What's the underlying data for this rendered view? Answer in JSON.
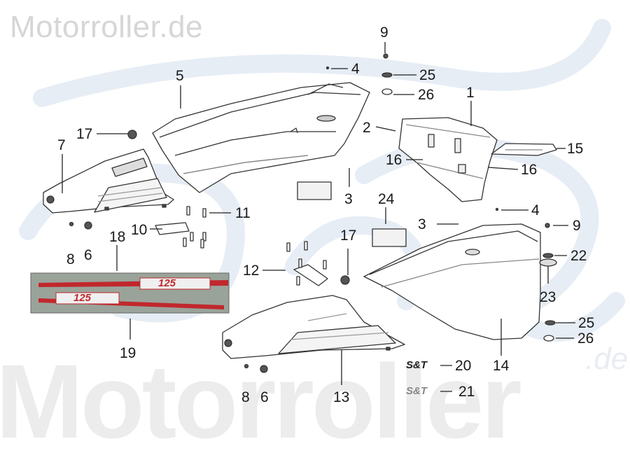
{
  "watermark": {
    "top_text": "Motorroller.de",
    "bottom_text": "Motorroller",
    "bottom_suffix": ".de"
  },
  "colors": {
    "line": "#333333",
    "decal_red": "#c0282d",
    "decal_bg": "#9aa39a",
    "watermark_blue": "#e6edf5"
  },
  "decal_text": "125",
  "brand_marks": {
    "part_20": "S&T",
    "part_21": "S&T"
  },
  "callouts": [
    {
      "id": "c1",
      "text": "1"
    },
    {
      "id": "c2",
      "text": "2"
    },
    {
      "id": "c3a",
      "text": "3"
    },
    {
      "id": "c3b",
      "text": "3"
    },
    {
      "id": "c4a",
      "text": "4"
    },
    {
      "id": "c4b",
      "text": "4"
    },
    {
      "id": "c5",
      "text": "5"
    },
    {
      "id": "c6a",
      "text": "6"
    },
    {
      "id": "c6b",
      "text": "6"
    },
    {
      "id": "c7",
      "text": "7"
    },
    {
      "id": "c8a",
      "text": "8"
    },
    {
      "id": "c8b",
      "text": "8"
    },
    {
      "id": "c9a",
      "text": "9"
    },
    {
      "id": "c9b",
      "text": "9"
    },
    {
      "id": "c10",
      "text": "10"
    },
    {
      "id": "c11",
      "text": "11"
    },
    {
      "id": "c12",
      "text": "12"
    },
    {
      "id": "c13",
      "text": "13"
    },
    {
      "id": "c14",
      "text": "14"
    },
    {
      "id": "c15",
      "text": "15"
    },
    {
      "id": "c16a",
      "text": "16"
    },
    {
      "id": "c16b",
      "text": "16"
    },
    {
      "id": "c17a",
      "text": "17"
    },
    {
      "id": "c17b",
      "text": "17"
    },
    {
      "id": "c18",
      "text": "18"
    },
    {
      "id": "c19",
      "text": "19"
    },
    {
      "id": "c20",
      "text": "20"
    },
    {
      "id": "c21",
      "text": "21"
    },
    {
      "id": "c22",
      "text": "22"
    },
    {
      "id": "c23",
      "text": "23"
    },
    {
      "id": "c24",
      "text": "24"
    },
    {
      "id": "c25a",
      "text": "25"
    },
    {
      "id": "c25b",
      "text": "25"
    },
    {
      "id": "c26a",
      "text": "26"
    },
    {
      "id": "c26b",
      "text": "26"
    }
  ]
}
